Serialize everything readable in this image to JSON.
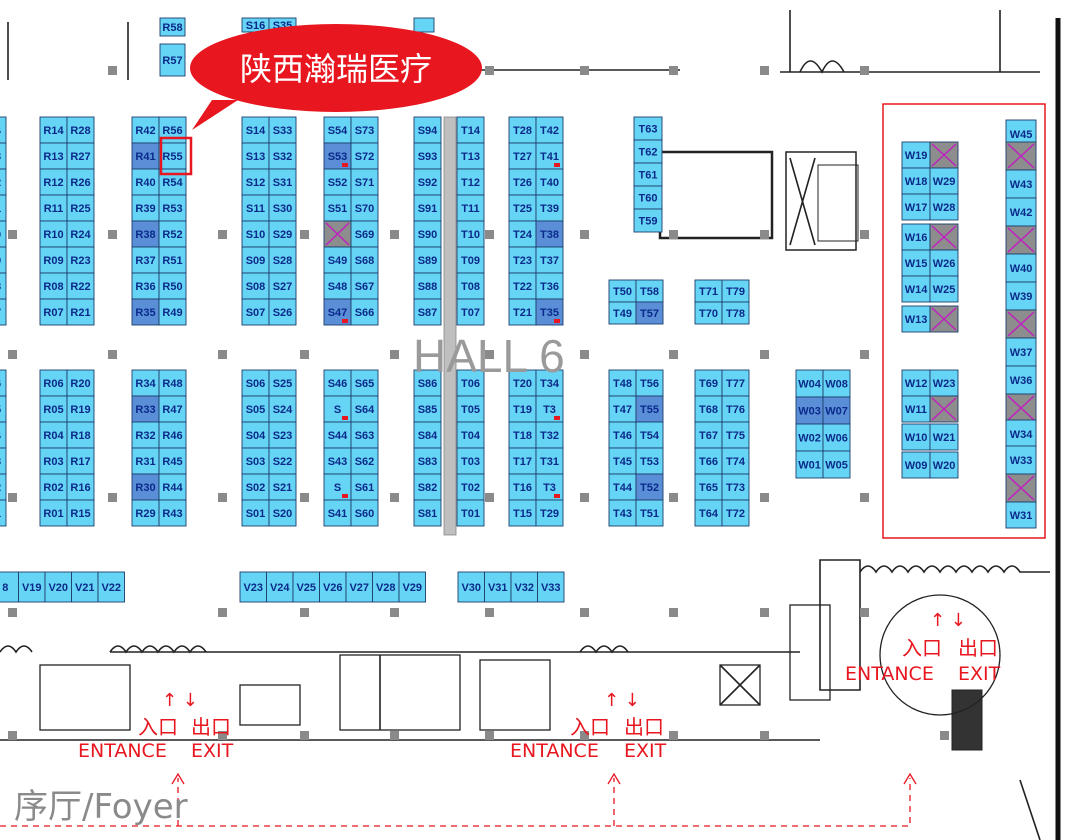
{
  "hall": {
    "label": "HALL 6"
  },
  "callout": {
    "text": "陕西瀚瑞医疗",
    "target": "R55"
  },
  "foyer": {
    "label": "序厅/Foyer"
  },
  "entrances": [
    {
      "in_cn": "入口",
      "out_cn": "出口",
      "in_en": "ENTANCE",
      "out_en": "EXIT",
      "arrows": "↑ ↓"
    },
    {
      "in_cn": "入口",
      "out_cn": "出口",
      "in_en": "ENTANCE",
      "out_en": "EXIT",
      "arrows": "↑ ↓"
    },
    {
      "in_cn": "入口",
      "out_cn": "出口",
      "in_en": "ENTANCE",
      "out_en": "EXIT",
      "arrows": "↑ ↓"
    }
  ],
  "colors": {
    "booth_fill": "#66d4f5",
    "booth_taken": "#5a8fd8",
    "booth_text": "#0b2a8a",
    "accent_red": "#e8161f",
    "hatch_cross": "#c020c0"
  },
  "booths": {
    "top_small": [
      "R58",
      "R57",
      "S16",
      "S35"
    ],
    "r_blocks": [
      {
        "left": [
          "R14",
          "R13",
          "R12",
          "R11",
          "R10",
          "R09",
          "R08",
          "R07"
        ],
        "right": [
          "R28",
          "R27",
          "R26",
          "R25",
          "R24",
          "R23",
          "R22",
          "R21"
        ]
      },
      {
        "left": [
          "R42",
          "R41",
          "R40",
          "R39",
          "R38",
          "R37",
          "R36",
          "R35"
        ],
        "right": [
          "R56",
          "R55",
          "R54",
          "R53",
          "R52",
          "R51",
          "R50",
          "R49"
        ]
      },
      {
        "left": [
          "S14",
          "S13",
          "S12",
          "S11",
          "S10",
          "S09",
          "S08",
          "S07"
        ],
        "right": [
          "S33",
          "S32",
          "S31",
          "S30",
          "S29",
          "S28",
          "S27",
          "S26"
        ]
      },
      {
        "left": [
          "S54",
          "S53",
          "S52",
          "S51",
          "",
          "S49",
          "S48",
          "S47"
        ],
        "right": [
          "S73",
          "S72",
          "S71",
          "S70",
          "S69",
          "S68",
          "S67",
          "S66"
        ]
      },
      {
        "left": [
          "S94",
          "S93",
          "S92",
          "S91",
          "S90",
          "S89",
          "S88",
          "S87"
        ],
        "right": [
          "T14",
          "T13",
          "T12",
          "T11",
          "T10",
          "T09",
          "T08",
          "T07"
        ]
      },
      {
        "left": [
          "T28",
          "T27",
          "T26",
          "T25",
          "T24",
          "T23",
          "T22",
          "T21"
        ],
        "right": [
          "T42",
          "T41",
          "T40",
          "T39",
          "T38",
          "T37",
          "T36",
          "T35"
        ]
      }
    ],
    "r_blocks_lower": [
      {
        "left": [
          "R06",
          "R05",
          "R04",
          "R03",
          "R02",
          "R01"
        ],
        "right": [
          "R20",
          "R19",
          "R18",
          "R17",
          "R16",
          "R15"
        ]
      },
      {
        "left": [
          "R34",
          "R33",
          "R32",
          "R31",
          "R30",
          "R29"
        ],
        "right": [
          "R48",
          "R47",
          "R46",
          "R45",
          "R44",
          "R43"
        ]
      },
      {
        "left": [
          "S06",
          "S05",
          "S04",
          "S03",
          "S02",
          "S01"
        ],
        "right": [
          "S25",
          "S24",
          "S23",
          "S22",
          "S21",
          "S20"
        ]
      },
      {
        "left": [
          "S46",
          "S",
          "S44",
          "S43",
          "S",
          "S41"
        ],
        "right": [
          "S65",
          "S64",
          "S63",
          "S62",
          "S61",
          "S60"
        ]
      },
      {
        "left": [
          "S86",
          "S85",
          "S84",
          "S83",
          "S82",
          "S81"
        ],
        "right": [
          "T06",
          "T05",
          "T04",
          "T03",
          "T02",
          "T01"
        ]
      },
      {
        "left": [
          "T20",
          "T19",
          "T18",
          "T17",
          "T16",
          "T15"
        ],
        "right": [
          "T34",
          "T3",
          "T32",
          "T31",
          "T3",
          "T29"
        ]
      }
    ],
    "left_edge": [
      "4",
      "3",
      "2",
      "1",
      "0",
      "9",
      "8",
      "7"
    ],
    "left_edge_lower": [
      "6",
      "5",
      "4",
      "3",
      "2",
      "1"
    ],
    "t_singles": [
      "T63",
      "T62",
      "T61",
      "T60",
      "T59"
    ],
    "t_pairs": [
      {
        "left": "T50",
        "right": "T58"
      },
      {
        "left": "T49",
        "right": "T57"
      },
      {
        "left": "T71",
        "right": "T79"
      },
      {
        "left": "T70",
        "right": "T78"
      }
    ],
    "t_lower": [
      {
        "left": [
          "T48",
          "T47",
          "T46",
          "T45",
          "T44",
          "T43"
        ],
        "right": [
          "T56",
          "T55",
          "T54",
          "T53",
          "T52",
          "T51"
        ]
      },
      {
        "left": [
          "T69",
          "T68",
          "T67",
          "T66",
          "T65",
          "T64"
        ],
        "right": [
          "T77",
          "T76",
          "T75",
          "T74",
          "T73",
          "T72"
        ]
      }
    ],
    "w_mid": {
      "left": [
        "W04",
        "W03",
        "W02",
        "W01"
      ],
      "right": [
        "W08",
        "W07",
        "W06",
        "W05"
      ]
    },
    "w_right_pairs": [
      [
        "W19",
        ""
      ],
      [
        "W18",
        "W29"
      ],
      [
        "W17",
        "W28"
      ],
      [
        "W16",
        ""
      ],
      [
        "W15",
        "W26"
      ],
      [
        "W14",
        "W25"
      ],
      [
        "W13",
        ""
      ],
      [
        "W12",
        "W23"
      ],
      [
        "W11",
        ""
      ],
      [
        "W10",
        "W21"
      ],
      [
        "W09",
        "W20"
      ]
    ],
    "w_far_right": [
      "W45",
      "",
      "W43",
      "W42",
      "",
      "W40",
      "W39",
      "",
      "W37",
      "W36",
      "",
      "W34",
      "W33",
      "",
      "W31"
    ],
    "v_row_left": [
      "8",
      "V19",
      "V20",
      "V21",
      "V22"
    ],
    "v_row_mid": [
      "V23",
      "V24",
      "V25",
      "V26",
      "V27",
      "V28",
      "V29"
    ],
    "v_row_right": [
      "V30",
      "V31",
      "V32",
      "V33"
    ]
  }
}
